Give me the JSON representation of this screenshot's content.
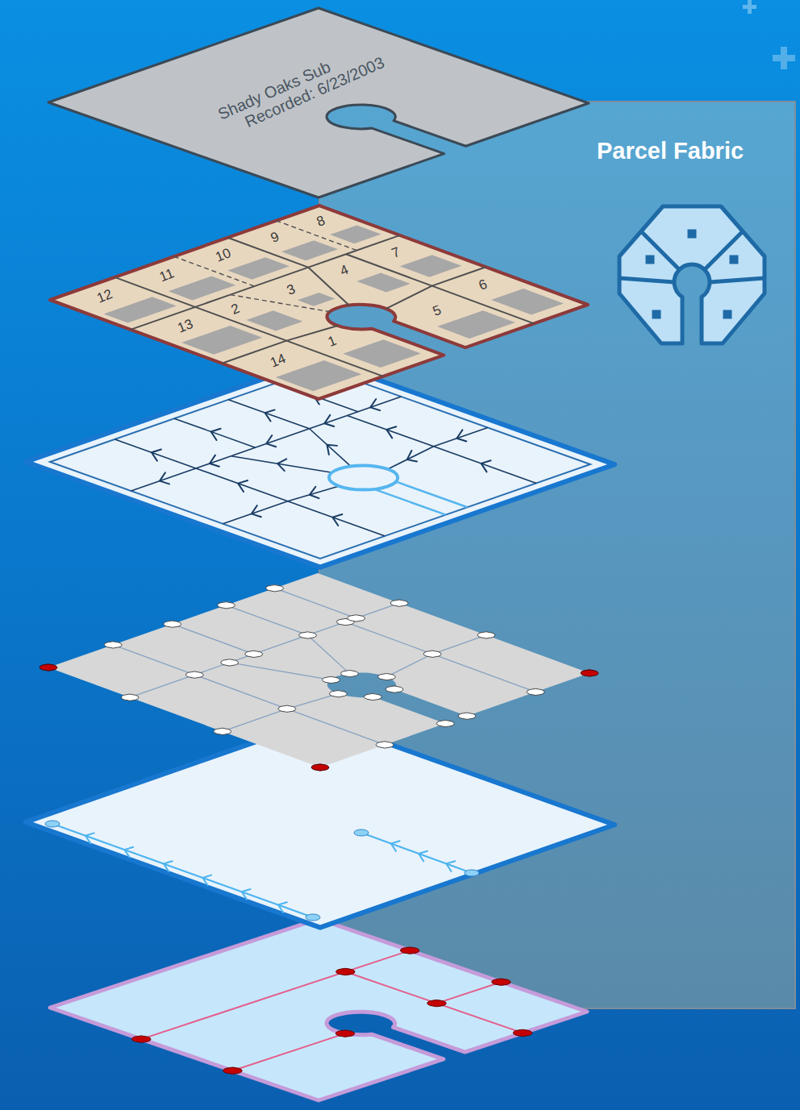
{
  "diagram": {
    "nodes": [
      {
        "text": [
          "Shady Oaks Sub",
          "Recorded: 6/23/2003"
        ]
      },
      {
        "text": [
          "Parcel Fabric"
        ]
      }
    ],
    "labels": [
      "1",
      "2",
      "3",
      "4",
      "5",
      "6",
      "7",
      "8",
      "9",
      "10",
      "11",
      "12",
      "13",
      "14"
    ]
  }
}
